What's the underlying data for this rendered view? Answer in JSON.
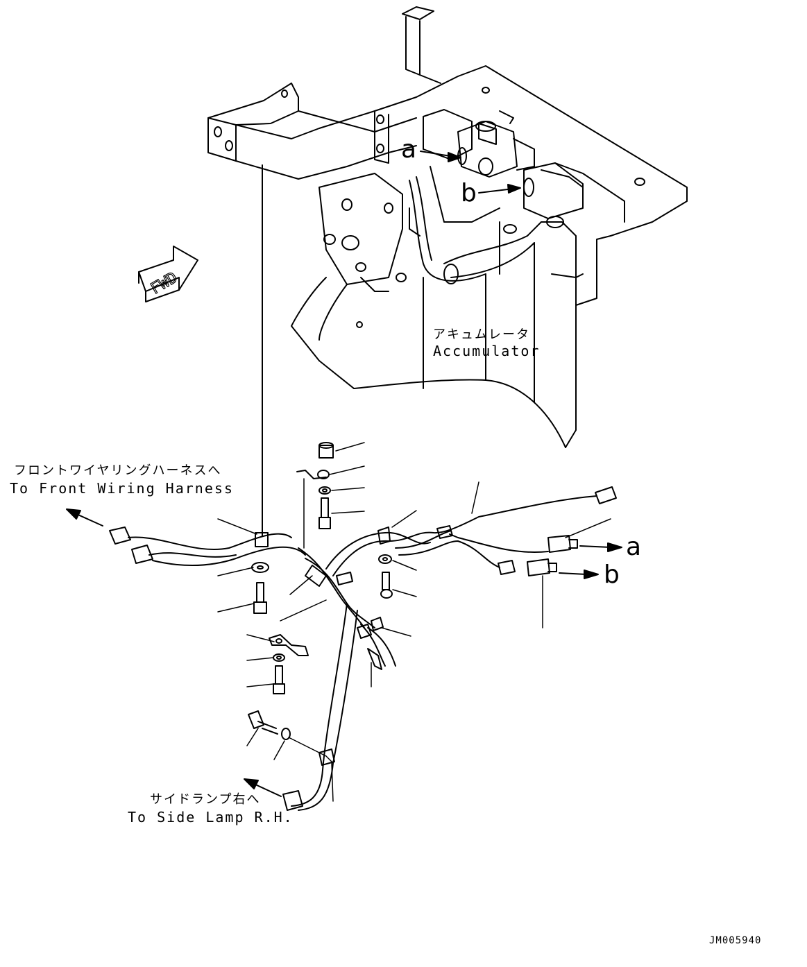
{
  "labels": {
    "fwd": "FWD",
    "accumulator_jp": "アキュムレータ",
    "accumulator_en": "Accumulator",
    "front_harness_jp": "フロントワイヤリングハーネスへ",
    "front_harness_en": "To Front Wiring Harness",
    "side_lamp_jp": "サイドランプ右へ",
    "side_lamp_en": "To Side Lamp R.H.",
    "ref_a_top": "a",
    "ref_b_top": "b",
    "ref_a_sensor": "a",
    "ref_b_sensor": "b",
    "drawing_code": "JM005940"
  }
}
